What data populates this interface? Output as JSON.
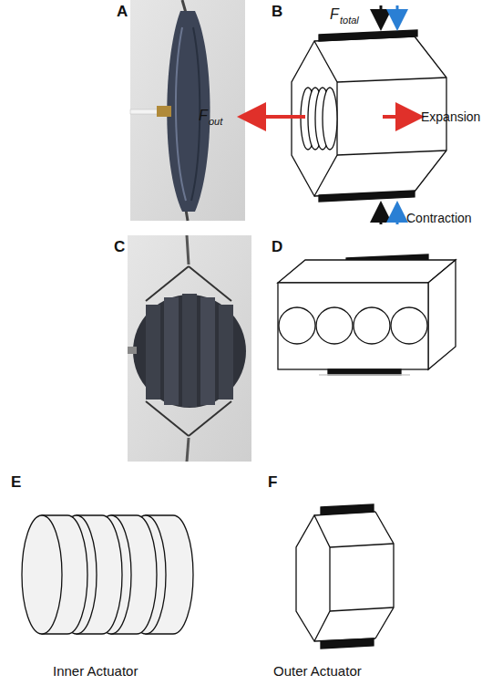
{
  "diagram": {
    "labels": [
      "A",
      "B",
      "F",
      "total",
      "F",
      "out",
      "Expansion",
      "Contraction",
      "C",
      "D",
      "E",
      "F",
      "Inner Actuator",
      "Outer Actuator"
    ]
  }
}
